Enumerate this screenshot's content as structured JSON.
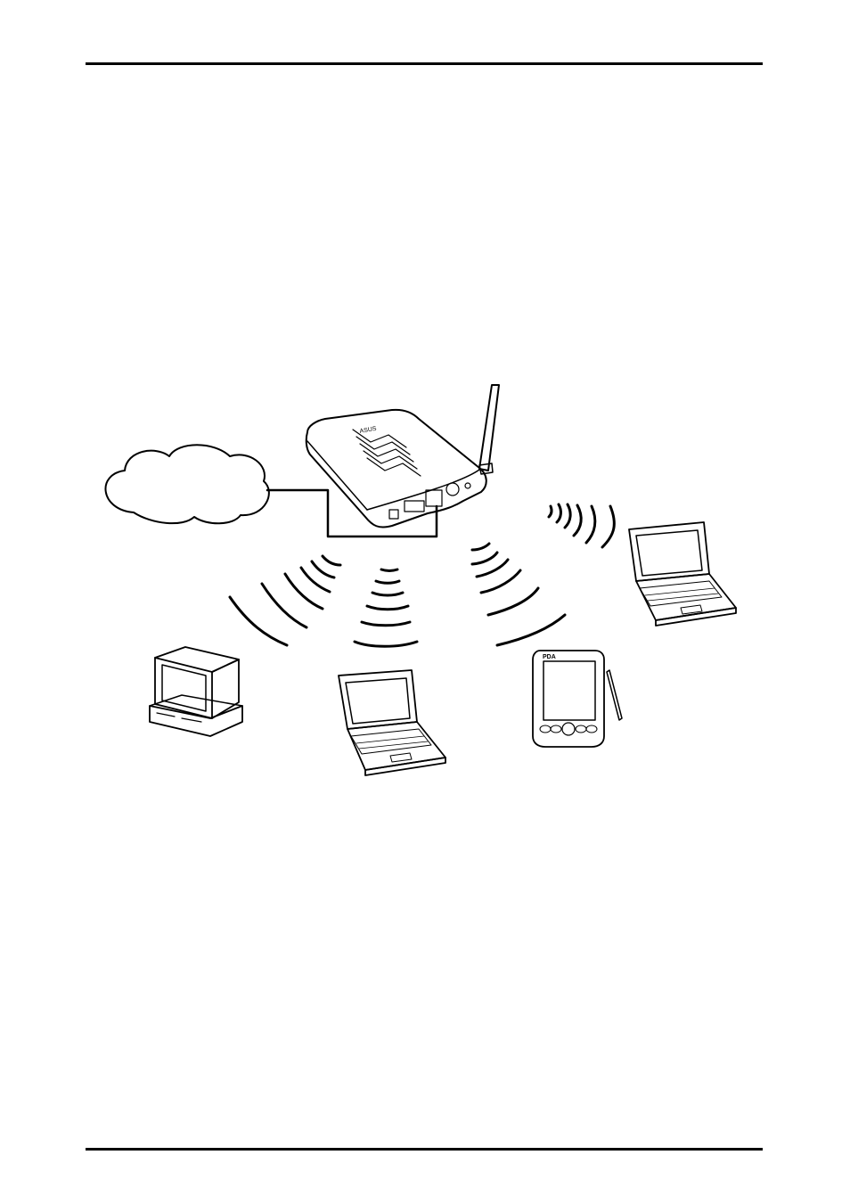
{
  "diagram": {
    "router_brand": "ASUS",
    "pda_label": "PDA",
    "nodes": [
      "internet-cloud",
      "wireless-router",
      "desktop-computer",
      "laptop-bottom",
      "pda",
      "laptop-right"
    ],
    "links": [
      {
        "from": "internet-cloud",
        "to": "wireless-router",
        "type": "wired"
      },
      {
        "from": "wireless-router",
        "to": "desktop-computer",
        "type": "wireless"
      },
      {
        "from": "wireless-router",
        "to": "laptop-bottom",
        "type": "wireless"
      },
      {
        "from": "wireless-router",
        "to": "pda",
        "type": "wireless"
      },
      {
        "from": "wireless-router",
        "to": "laptop-right",
        "type": "wireless"
      }
    ]
  },
  "colors": {
    "line": "#000000",
    "background": "#ffffff"
  }
}
